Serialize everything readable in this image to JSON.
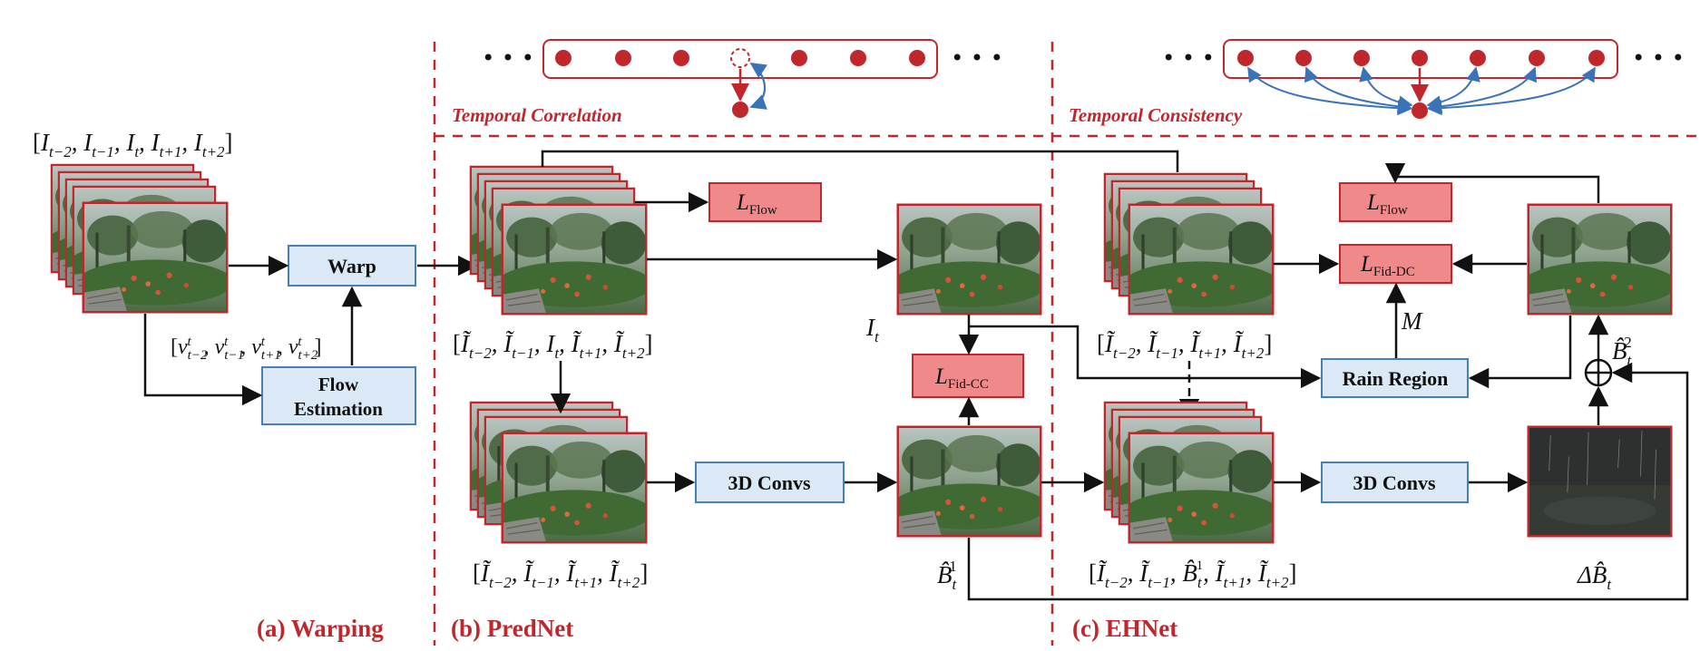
{
  "colors": {
    "accent_red": "#c0272d",
    "node_blue_fill": "#dbe8f5",
    "node_blue_stroke": "#4a7fb5",
    "loss_fill": "#f08a8a",
    "loss_stroke": "#c0272d",
    "arrow_blue": "#3b73b9",
    "line": "#111111"
  },
  "panels": {
    "a": "(a) Warping",
    "b": "(b) PredNet",
    "c": "(c) EHNet"
  },
  "regions": {
    "temporal_correlation": "Temporal Correlation",
    "temporal_consistency": "Temporal Consistency",
    "ellipsis": "• • •"
  },
  "nodes": {
    "warp": "Warp",
    "flow_estimation_1": "Flow",
    "flow_estimation_2": "Estimation",
    "conv3d_b": "3D Convs",
    "conv3d_c": "3D Convs",
    "rain_region": "Rain Region"
  },
  "losses": {
    "flow_b": {
      "main": "L",
      "sub": "Flow"
    },
    "fid_cc": {
      "main": "L",
      "sub": "Fid-CC"
    },
    "flow_c": {
      "main": "L",
      "sub": "Flow"
    },
    "fid_dc": {
      "main": "L",
      "sub": "Fid-DC"
    }
  },
  "labels": {
    "input_frames": "[I_{t−2}, I_{t−1}, I_t, I_{t+1}, I_{t+2}]",
    "flows": "[v^t_{t−2}, v^t_{t−1}, v^t_{t+1}, v^t_{t+2}]",
    "warped_all": "[Ĩ_{t−2}, Ĩ_{t−1}, I_t, Ĩ_{t+1}, Ĩ_{t+2}]",
    "warped_neighbors": "[Ĩ_{t−2}, Ĩ_{t−1}, Ĩ_{t+1}, Ĩ_{t+2}]",
    "warped_neighbors_c": "[Ĩ_{t−2}, Ĩ_{t−1}, Ĩ_{t+1}, Ĩ_{t+2}]",
    "ehnet_input": "[Ĩ_{t−2}, Ĩ_{t−1}, B̂^1_t, Ĩ_{t+1}, Ĩ_{t+2}]",
    "It": "I_t",
    "B1": "B̂^1_t",
    "B2": "B̂^2_t",
    "dB": "ΔB̂_t",
    "M": "M"
  }
}
